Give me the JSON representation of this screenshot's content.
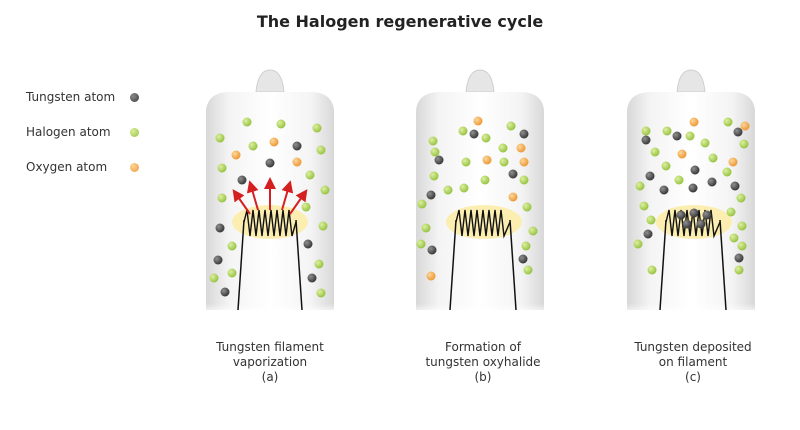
{
  "title": "The Halogen regenerative cycle",
  "legend": [
    {
      "label": "Tungsten atom",
      "kind": "tungsten",
      "color": "#444444"
    },
    {
      "label": "Halogen atom",
      "kind": "halogen",
      "color": "#a8cc55"
    },
    {
      "label": "Oxygen atom",
      "kind": "oxygen",
      "color": "#f0a040"
    }
  ],
  "panels": [
    {
      "caption_line1": "Tungsten filament",
      "caption_line2": "vaporization",
      "caption_line3": "(a)"
    },
    {
      "caption_line1": "Formation of",
      "caption_line2": "tungsten oxyhalide",
      "caption_line3": "(b)"
    },
    {
      "caption_line1": "Tungsten deposited",
      "caption_line2": "on filament",
      "caption_line3": "(c)"
    }
  ],
  "colors": {
    "tungsten": "#444444",
    "halogen": "#a8cc55",
    "oxygen": "#f0a040",
    "arrow": "#d42020",
    "glow": "#fbeeb0"
  }
}
